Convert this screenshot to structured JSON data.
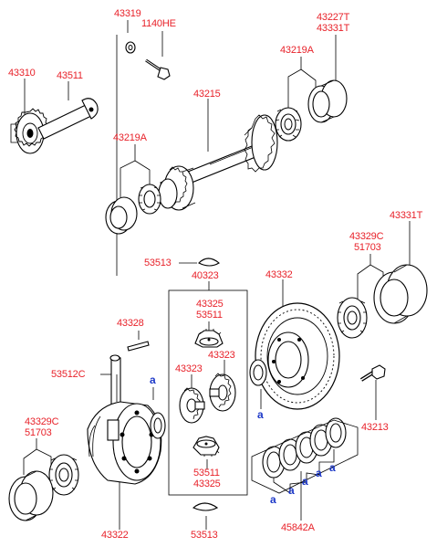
{
  "diagram": {
    "labels": [
      {
        "id": "43310",
        "text": "43310"
      },
      {
        "id": "43511",
        "text": "43511"
      },
      {
        "id": "43319",
        "text": "43319"
      },
      {
        "id": "1140HE",
        "text": "1140HE"
      },
      {
        "id": "43215",
        "text": "43215"
      },
      {
        "id": "43219A-top",
        "text": "43219A"
      },
      {
        "id": "43227T",
        "text": "43227T"
      },
      {
        "id": "43331T-top",
        "text": "43331T"
      },
      {
        "id": "43219A-mid",
        "text": "43219A"
      },
      {
        "id": "43331T-right",
        "text": "43331T"
      },
      {
        "id": "43329C-right",
        "text": "43329C"
      },
      {
        "id": "51703-right",
        "text": "51703"
      },
      {
        "id": "53513-top",
        "text": "53513"
      },
      {
        "id": "40323",
        "text": "40323"
      },
      {
        "id": "43332",
        "text": "43332"
      },
      {
        "id": "43325-top",
        "text": "43325"
      },
      {
        "id": "53511-top",
        "text": "53511"
      },
      {
        "id": "43328",
        "text": "43328"
      },
      {
        "id": "43323-right",
        "text": "43323"
      },
      {
        "id": "43323-left",
        "text": "43323"
      },
      {
        "id": "53512C",
        "text": "53512C"
      },
      {
        "id": "43329C-left",
        "text": "43329C"
      },
      {
        "id": "51703-left",
        "text": "51703"
      },
      {
        "id": "43213",
        "text": "43213"
      },
      {
        "id": "53511-bottom",
        "text": "53511"
      },
      {
        "id": "43325-bottom",
        "text": "43325"
      },
      {
        "id": "43322",
        "text": "43322"
      },
      {
        "id": "53513-bottom",
        "text": "53513"
      },
      {
        "id": "45842A",
        "text": "45842A"
      }
    ],
    "callouts": [
      {
        "id": "a1",
        "text": "a"
      },
      {
        "id": "a2",
        "text": "a"
      },
      {
        "id": "a3",
        "text": "a"
      },
      {
        "id": "a4",
        "text": "a"
      },
      {
        "id": "a5",
        "text": "a"
      },
      {
        "id": "a6",
        "text": "a"
      },
      {
        "id": "a7",
        "text": "a"
      }
    ],
    "colors": {
      "label": "#e8222a",
      "callout": "#1c38c8",
      "line": "#000000"
    }
  }
}
